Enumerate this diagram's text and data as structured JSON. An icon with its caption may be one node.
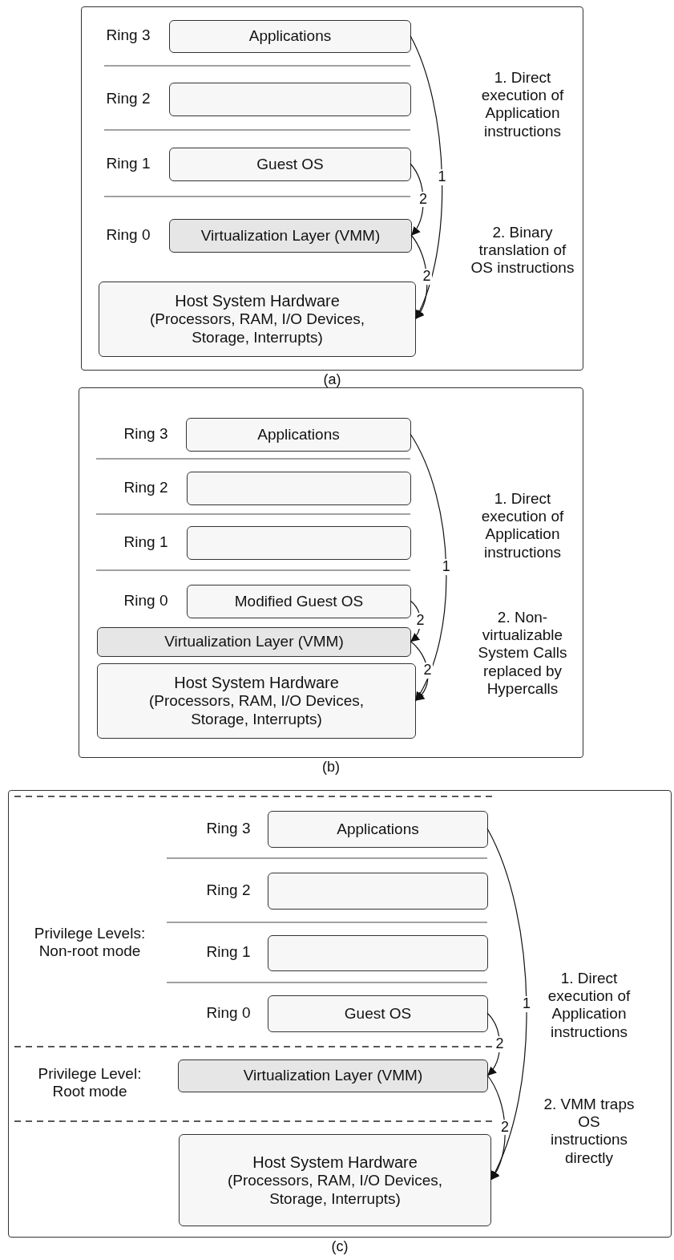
{
  "diagram": {
    "nodes": [
      {
        "text": [],
        "shape": "box",
        "beside": [
          "(a)"
        ]
      },
      {
        "text": [
          "Applications"
        ],
        "in": 0
      },
      {
        "text": [],
        "shape": "box",
        "in": 0
      },
      {
        "text": [
          "Guest OS"
        ],
        "in": 0
      },
      {
        "text": [
          "Virtualization Layer (VMM)"
        ],
        "in": 0
      },
      {
        "text": [
          "Host System Hardware",
          "(Processors, RAM, I/O Devices, Storage, Interrupts)"
        ],
        "in": 0
      },
      {
        "text": [],
        "shape": "box",
        "beside": [
          "(b)"
        ]
      },
      {
        "text": [
          "Applications"
        ],
        "in": 6
      },
      {
        "text": [],
        "shape": "box",
        "in": 6
      },
      {
        "text": [],
        "shape": "box",
        "in": 6
      },
      {
        "text": [
          "Modified Guest OS"
        ],
        "in": 6
      },
      {
        "text": [
          "Virtualization Layer (VMM)"
        ],
        "in": 6
      },
      {
        "text": [
          "Host System Hardware",
          "(Processors, RAM, I/O Devices, Storage, Interrupts)"
        ],
        "in": 6
      },
      {
        "text": [],
        "shape": "box",
        "beside": [
          "(c)"
        ]
      },
      {
        "text": [
          "Applications"
        ],
        "in": 13
      },
      {
        "text": [],
        "shape": "box",
        "in": 13
      },
      {
        "text": [],
        "shape": "box",
        "in": 13
      },
      {
        "text": [
          "Guest OS"
        ],
        "in": 13
      },
      {
        "text": [
          "Virtualization Layer (VMM)"
        ],
        "in": 13
      },
      {
        "text": [
          "Host System Hardware",
          "(Processors, RAM, I/O Devices, Storage, Interrupts)"
        ],
        "in": 13
      }
    ],
    "edges": [
      {
        "from": 1,
        "to": 5,
        "arrow": "to",
        "label": "1"
      },
      {
        "from": 3,
        "to": 4,
        "arrow": "to",
        "label": "2"
      },
      {
        "from": 4,
        "to": 5,
        "arrow": "to",
        "label": "2"
      },
      {
        "from": 7,
        "to": 12,
        "arrow": "to",
        "label": "1"
      },
      {
        "from": 10,
        "to": 11,
        "arrow": "to",
        "label": "2"
      },
      {
        "from": 11,
        "to": 12,
        "arrow": "to",
        "label": "2"
      },
      {
        "from": 14,
        "to": 19,
        "arrow": "to",
        "label": "1"
      },
      {
        "from": 17,
        "to": 18,
        "arrow": "to",
        "label": "2"
      },
      {
        "from": 18,
        "to": 19,
        "arrow": "to",
        "label": "2"
      }
    ],
    "labels": [
      "Ring 3",
      "Ring 2",
      "Ring 1",
      "Ring 0",
      "1. Direct execution of Application instructions",
      "2. Binary translation of OS instructions",
      "Ring 3",
      "Ring 2",
      "Ring 1",
      "Ring 0",
      "1. Direct execution of Application instructions",
      "2. Non-virtualizable System Calls replaced by Hypercalls",
      "Privilege Levels: Non-root mode",
      "Ring 3",
      "Ring 2",
      "Ring 1",
      "Ring 0",
      "1. Direct execution of Application instructions",
      "Privilege Level: Root mode",
      "2. VMM traps OS instructions directly"
    ]
  }
}
